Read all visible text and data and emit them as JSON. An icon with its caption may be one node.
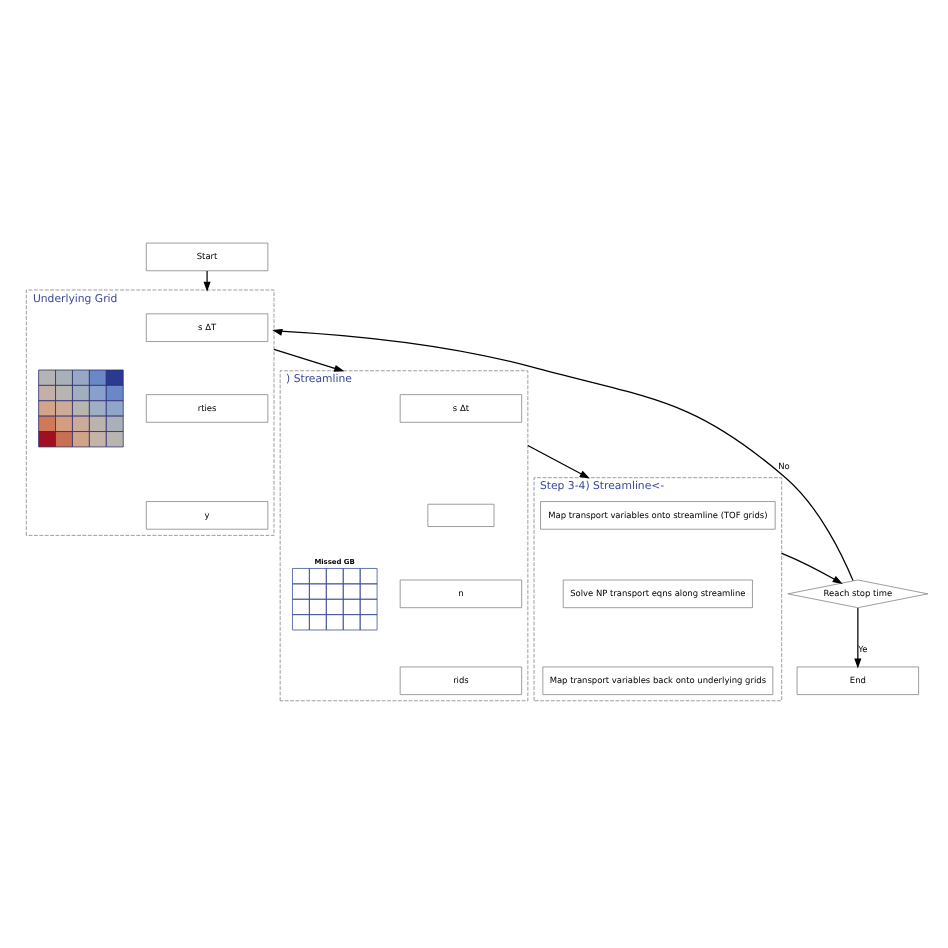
{
  "diagram": {
    "nodes": [
      {
        "text": [
          "Start"
        ]
      },
      {
        "text": [
          "Underlying Grid"
        ]
      },
      {
        "text": [
          "s ΔT"
        ],
        "in": 1
      },
      {
        "text": [
          "rties"
        ],
        "in": 1
      },
      {
        "text": [
          "y"
        ],
        "in": 1
      },
      {
        "text": [],
        "shape": "picture",
        "in": 1
      },
      {
        "text": [
          ") Streamline"
        ]
      },
      {
        "text": [
          "s Δt"
        ],
        "in": 6
      },
      {
        "text": [],
        "shape": "box",
        "in": 6
      },
      {
        "text": [
          "n"
        ],
        "in": 6
      },
      {
        "text": [
          "rids"
        ],
        "in": 6
      },
      {
        "text": [],
        "shape": "picture",
        "beside": [
          "Missed GB"
        ],
        "in": 6
      },
      {
        "text": [
          "Step 3-4) Streamline<-"
        ]
      },
      {
        "text": [
          "Map transport variables onto streamline (TOF grids)"
        ],
        "in": 12
      },
      {
        "text": [
          "Solve NP transport eqns along streamline"
        ],
        "in": 12
      },
      {
        "text": [
          "Map transport variables back onto underlying grids"
        ],
        "in": 12
      },
      {
        "text": [
          "Reach stop time"
        ]
      },
      {
        "text": [
          "End"
        ]
      }
    ],
    "edges": [
      {
        "from": 0,
        "to": 1,
        "arrow": "to"
      },
      {
        "from": 1,
        "to": 6,
        "arrow": "to"
      },
      {
        "from": 6,
        "to": 12,
        "arrow": "to"
      },
      {
        "from": 12,
        "to": 16,
        "arrow": "to"
      },
      {
        "from": 16,
        "to": 17,
        "label": "Ye",
        "arrow": "to"
      },
      {
        "from": 16,
        "to": 1,
        "label": "No",
        "arrow": "to"
      }
    ]
  }
}
